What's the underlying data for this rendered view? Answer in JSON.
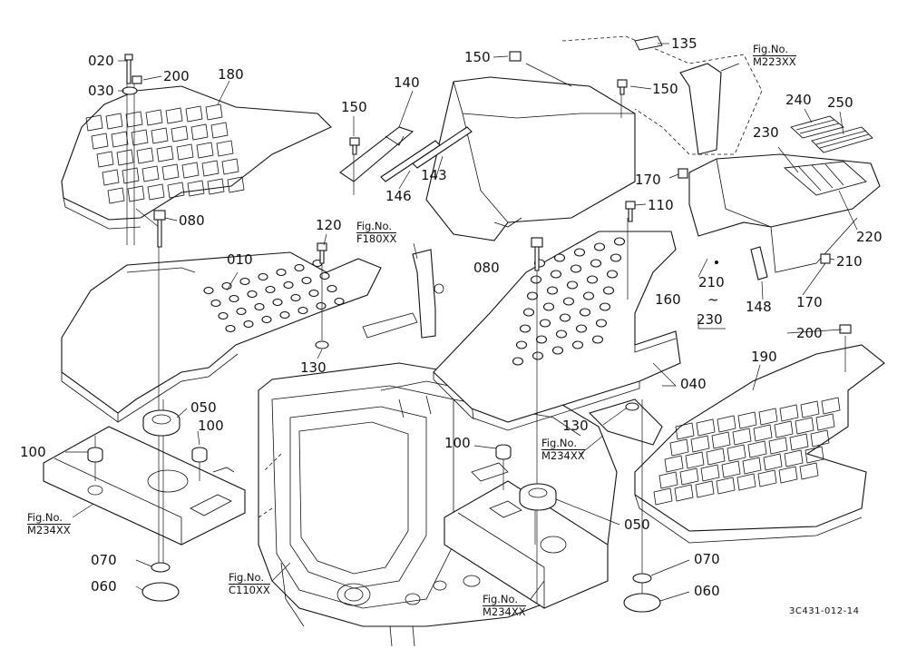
{
  "callouts": [
    {
      "id": "c020a",
      "text": "020"
    },
    {
      "id": "c030a",
      "text": "030"
    },
    {
      "id": "c200a",
      "text": "200"
    },
    {
      "id": "c180",
      "text": "180"
    },
    {
      "id": "c080a",
      "text": "080"
    },
    {
      "id": "c010",
      "text": "010"
    },
    {
      "id": "c120",
      "text": "120"
    },
    {
      "id": "c130a",
      "text": "130"
    },
    {
      "id": "c150a",
      "text": "150"
    },
    {
      "id": "c140",
      "text": "140"
    },
    {
      "id": "c143",
      "text": "143"
    },
    {
      "id": "c146",
      "text": "146"
    },
    {
      "id": "c150b",
      "text": "150"
    },
    {
      "id": "c150c",
      "text": "150"
    },
    {
      "id": "c135",
      "text": "135"
    },
    {
      "id": "c240",
      "text": "240"
    },
    {
      "id": "c250",
      "text": "250"
    },
    {
      "id": "c230a",
      "text": "230"
    },
    {
      "id": "c170a",
      "text": "170"
    },
    {
      "id": "c110",
      "text": "110"
    },
    {
      "id": "c220",
      "text": "220"
    },
    {
      "id": "c210a",
      "text": "210"
    },
    {
      "id": "c210b",
      "text": "210"
    },
    {
      "id": "c160",
      "text": "160"
    },
    {
      "id": "c230b",
      "text": "230"
    },
    {
      "id": "c148",
      "text": "148"
    },
    {
      "id": "c170b",
      "text": "170"
    },
    {
      "id": "c080b",
      "text": "080"
    },
    {
      "id": "c040",
      "text": "040"
    },
    {
      "id": "c200b",
      "text": "200"
    },
    {
      "id": "c190",
      "text": "190"
    },
    {
      "id": "c050a",
      "text": "050"
    },
    {
      "id": "c100a",
      "text": "100"
    },
    {
      "id": "c100b",
      "text": "100"
    },
    {
      "id": "c130b",
      "text": "130"
    },
    {
      "id": "c100c",
      "text": "100"
    },
    {
      "id": "c050b",
      "text": "050"
    },
    {
      "id": "c070a",
      "text": "070"
    },
    {
      "id": "c060a",
      "text": "060"
    },
    {
      "id": "c070b",
      "text": "070"
    },
    {
      "id": "c060b",
      "text": "060"
    }
  ],
  "figure_refs": {
    "m223": {
      "line1": "Fig.No.",
      "line2": "M223XX"
    },
    "f180": {
      "line1": "Fig.No.",
      "line2": "F180XX"
    },
    "m234_left": {
      "line1": "Fig.No.",
      "line2": "M234XX"
    },
    "m234_mid": {
      "line1": "Fig.No.",
      "line2": "M234XX"
    },
    "m234_bottom": {
      "line1": "Fig.No.",
      "line2": "M234XX"
    },
    "c110": {
      "line1": "Fig.No.",
      "line2": "C110XX"
    }
  },
  "drawing_code": "3C431-012-14",
  "range_symbol": "~"
}
